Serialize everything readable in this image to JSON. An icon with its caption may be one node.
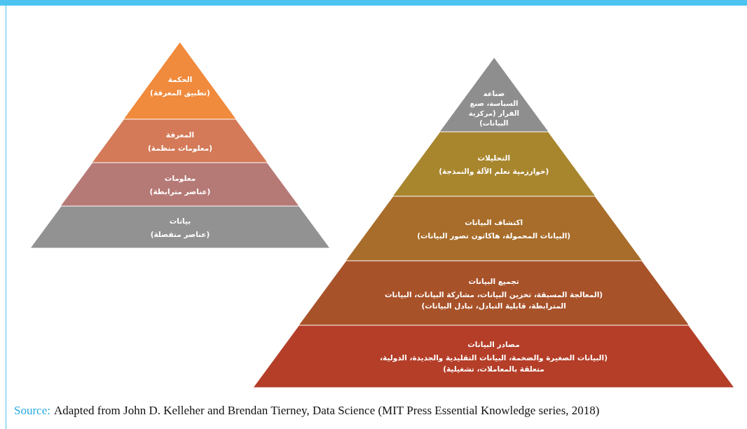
{
  "diagram": {
    "nodes": [
      {
        "text": [
          "الحكمة",
          "(تطبيق المعرفة)"
        ]
      },
      {
        "text": [
          "المعرفة",
          "(معلومات منظمة)"
        ]
      },
      {
        "text": [
          "معلومات",
          "(عناصر مترابطة)"
        ]
      },
      {
        "text": [
          "بيانات",
          "(عناصر منفصلة)"
        ]
      },
      {
        "text": [
          "صناعة السياسة، صنع القرار (مركزية البيانات)"
        ]
      },
      {
        "text": [
          "التحليلات",
          "(خوارزمية تعلم الآلة والنمذجة)"
        ]
      },
      {
        "text": [
          "اكتشاف البيانات",
          "(البيانات المحمولة، هاكاثون تصور البيانات)"
        ]
      },
      {
        "text": [
          "تجميع البيانات",
          "(المعالجة المسبقة، تخزين البيانات، مشاركة البيانات، البيانات المترابطة، قابلية التبادل، تبادل البيانات)"
        ]
      },
      {
        "text": [
          "مصادر البيانات",
          "(البيانات الصغيرة والضخمة، البيانات التقليدية والجديدة، الدولية، متعلقة بالمعاملات، تشغيلية)"
        ]
      }
    ],
    "labels": [
      "Source:",
      "Adapted from John D. Kelleher and Brendan Tierney, Data Science (MIT Press Essential Knowledge series, 2018)"
    ]
  }
}
